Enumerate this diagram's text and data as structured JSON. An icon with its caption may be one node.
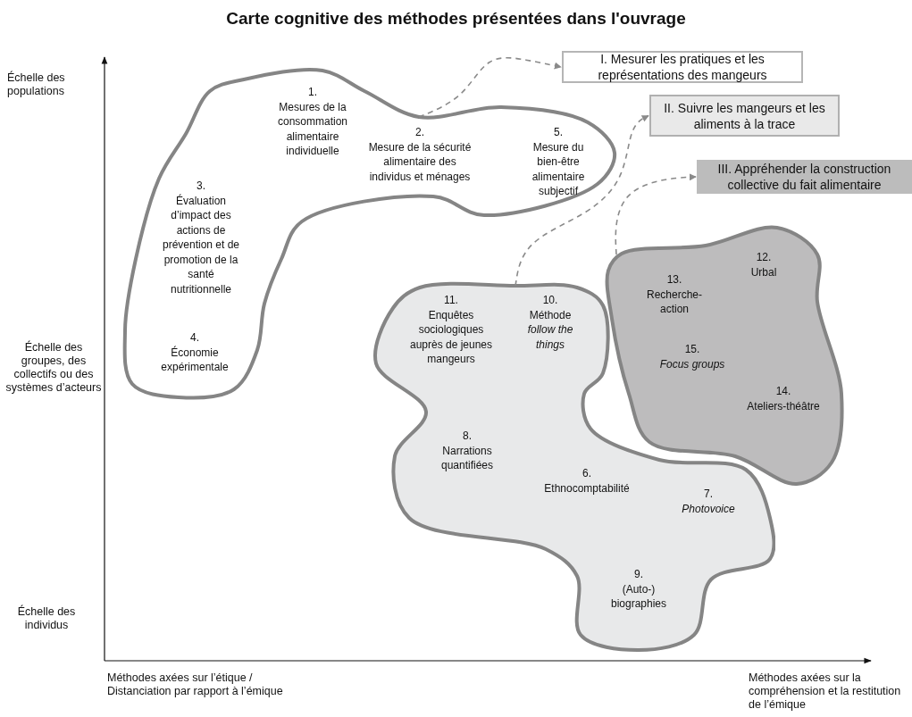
{
  "diagram": {
    "title": "Carte cognitive des méthodes présentées dans l'ouvrage",
    "nodes": [
      {
        "text": [],
        "shape": "blob"
      },
      {
        "text": [
          "1.",
          "Mesures de la consommation alimentaire individuelle"
        ],
        "in": 0
      },
      {
        "text": [
          "2.",
          "Mesure de la sécurité alimentaire des individus et ménages"
        ],
        "in": 0
      },
      {
        "text": [
          "5.",
          "Mesure du bien-être alimentaire subjectif"
        ],
        "in": 0
      },
      {
        "text": [
          "3.",
          "Évaluation d’impact des actions de prévention et de promotion de la santé nutritionnelle"
        ],
        "in": 0
      },
      {
        "text": [
          "4.",
          "Économie expérimentale"
        ],
        "in": 0
      },
      {
        "text": [
          "I. Mesurer les pratiques et les représentations des mangeurs"
        ]
      },
      {
        "text": [
          "II. Suivre les mangeurs et les aliments à la trace"
        ]
      },
      {
        "text": [
          "III. Appréhender la construction collective du fait alimentaire"
        ]
      },
      {
        "text": [],
        "shape": "blob"
      },
      {
        "text": [
          "11.",
          "Enquêtes sociologiques auprès de jeunes mangeurs"
        ],
        "in": 9
      },
      {
        "text": [
          "10.",
          "Méthode *follow the things*"
        ],
        "in": 9
      },
      {
        "text": [
          "8.",
          "Narrations quantifiées"
        ],
        "in": 9
      },
      {
        "text": [
          "6.",
          "Ethnocomptabilité"
        ],
        "in": 9
      },
      {
        "text": [
          "7.",
          "*Photovoice*"
        ],
        "in": 9
      },
      {
        "text": [
          "9.",
          "(Auto-) biographies"
        ],
        "in": 9
      },
      {
        "text": [],
        "shape": "blob"
      },
      {
        "text": [
          "12.",
          "Urbal"
        ],
        "in": 16
      },
      {
        "text": [
          "13.",
          "Recherche-action"
        ],
        "in": 16
      },
      {
        "text": [
          "15.",
          "*Focus groups*"
        ],
        "in": 16
      },
      {
        "text": [
          "14.",
          "Ateliers-théâtre"
        ],
        "in": 16
      }
    ],
    "edges": [
      {
        "from": 0,
        "to": 6,
        "arrow": "to",
        "style": "dashed"
      },
      {
        "from": 9,
        "to": 7,
        "arrow": "to",
        "style": "dashed"
      },
      {
        "from": 16,
        "to": 8,
        "arrow": "to",
        "style": "dashed"
      }
    ],
    "labels": [
      "Échelle des populations",
      "Échelle des groupes, des collectifs ou des systèmes d’acteurs",
      "Échelle des individus",
      "Méthodes axées sur l’étique / Distanciation par rapport à l’émique",
      "Méthodes axées sur la compréhension et la restitution de l’émique"
    ]
  }
}
